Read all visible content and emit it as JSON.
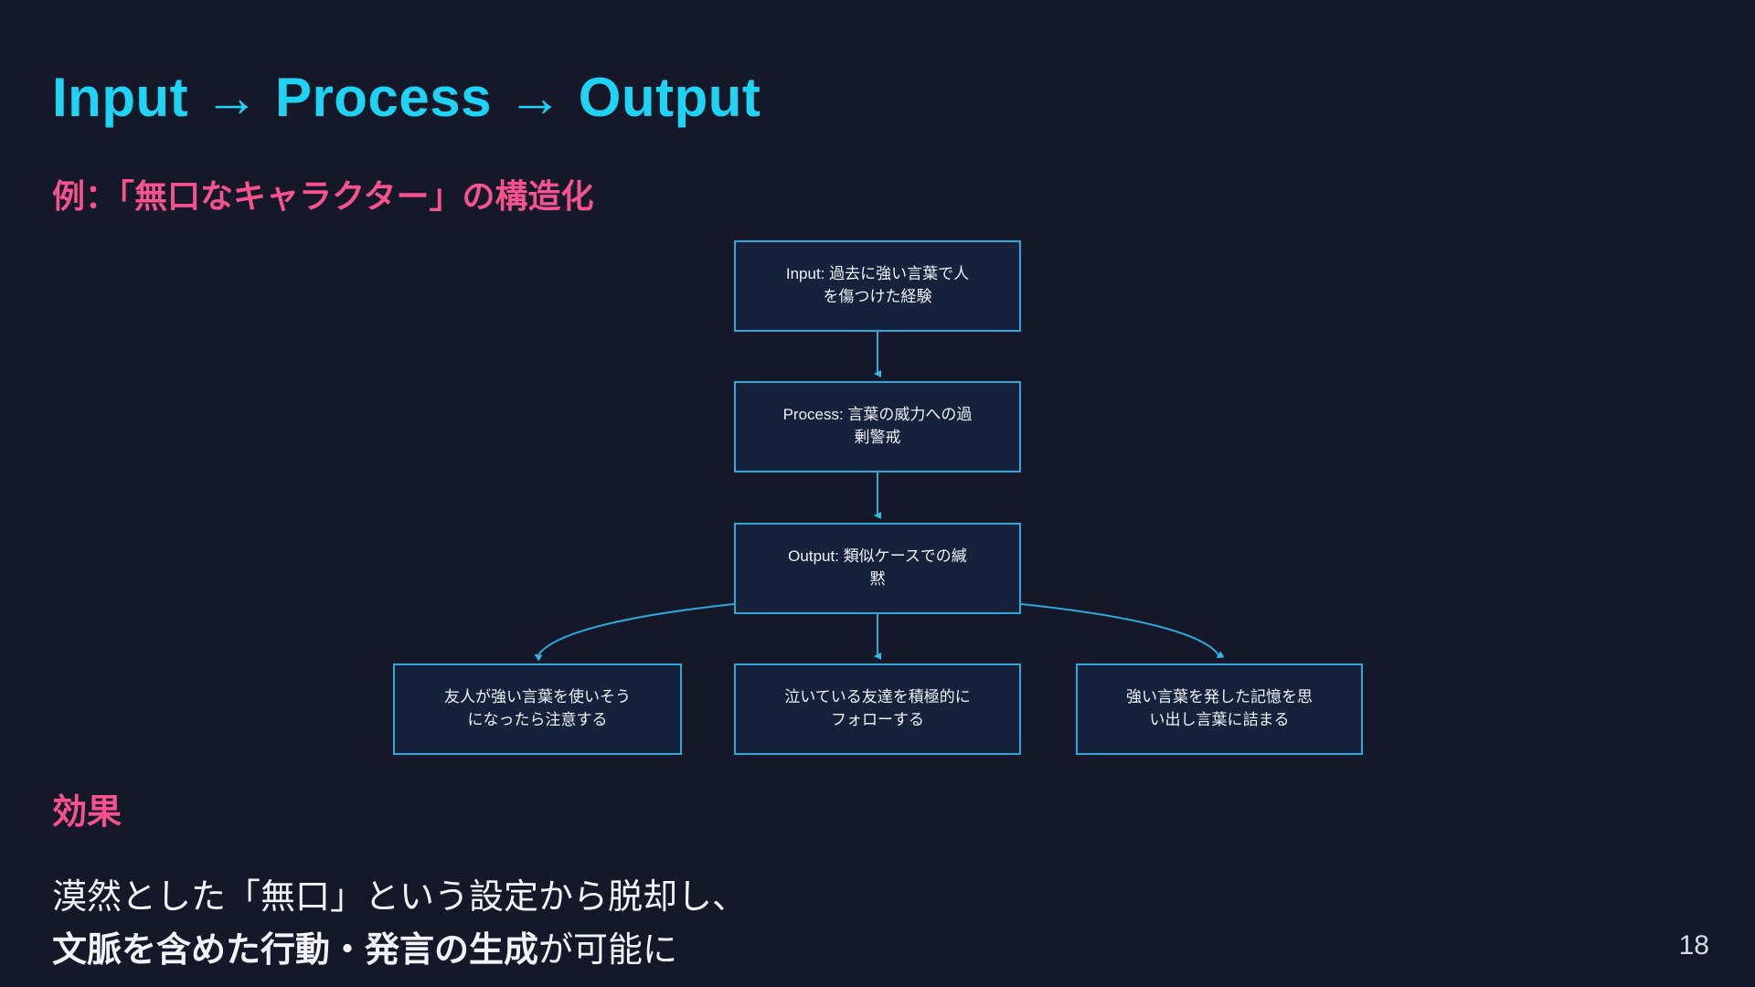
{
  "slide": {
    "title": "Input → Process → Output",
    "subtitle": "例：「無口なキャラクター」の構造化",
    "page_number": "18",
    "background_color": "#151828",
    "accent_cyan": "#1fd3f5",
    "accent_pink": "#f5528f",
    "node_border_color": "#2ea8d8",
    "node_fill_color": "#16213c",
    "connector_color": "#2ea8d8"
  },
  "flow": {
    "nodes": [
      {
        "id": "input",
        "line1": "Input: 過去に強い言葉で人",
        "line2": "を傷つけた経験"
      },
      {
        "id": "process",
        "line1": "Process: 言葉の威力への過",
        "line2": "剰警戒"
      },
      {
        "id": "output",
        "line1": "Output: 類似ケースでの緘",
        "line2": "黙"
      },
      {
        "id": "out-1",
        "line1": "友人が強い言葉を使いそう",
        "line2": "になったら注意する"
      },
      {
        "id": "out-2",
        "line1": "泣いている友達を積極的に",
        "line2": "フォローする"
      },
      {
        "id": "out-3",
        "line1": "強い言葉を発した記憶を思",
        "line2": "い出し言葉に詰まる"
      }
    ]
  },
  "effect": {
    "heading": "効果",
    "line_1": "漠然とした「無口」という設定から脱却し、",
    "line_2_strong": "文脈を含めた行動・発言の生成",
    "line_2_rest": "が可能に"
  }
}
